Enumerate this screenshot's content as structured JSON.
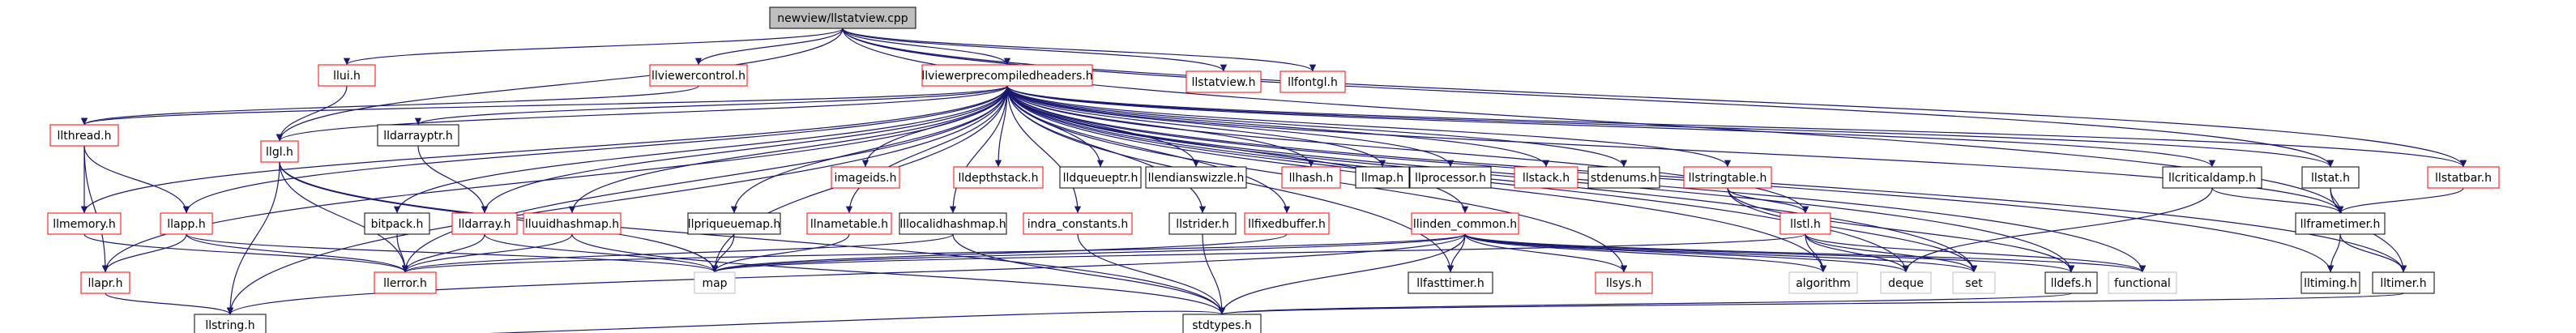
{
  "colors": {
    "edge": "#191970",
    "root_fill": "#bfbfbf",
    "normal_border": "#000000",
    "missing_border": "#ff0000",
    "external_border": "#bfbfbf",
    "node_fill": "#ffffff"
  },
  "nodes": [
    {
      "id": "newview",
      "label": "newview/llstatview.cpp",
      "kind": "root"
    },
    {
      "id": "llui",
      "label": "llui.h",
      "kind": "missing"
    },
    {
      "id": "llviewercontrol",
      "label": "llviewercontrol.h",
      "kind": "missing"
    },
    {
      "id": "llviewerprecompiled",
      "label": "llviewerprecompiledheaders.h",
      "kind": "missing"
    },
    {
      "id": "llstatview_h",
      "label": "llstatview.h",
      "kind": "missing"
    },
    {
      "id": "llfontgl",
      "label": "llfontgl.h",
      "kind": "missing"
    },
    {
      "id": "llthread",
      "label": "llthread.h",
      "kind": "missing"
    },
    {
      "id": "llgl",
      "label": "llgl.h",
      "kind": "missing"
    },
    {
      "id": "lldarrayptr",
      "label": "lldarrayptr.h",
      "kind": "normal"
    },
    {
      "id": "imageids",
      "label": "imageids.h",
      "kind": "missing"
    },
    {
      "id": "lldepthstack",
      "label": "lldepthstack.h",
      "kind": "missing"
    },
    {
      "id": "lldqueueptr",
      "label": "lldqueueptr.h",
      "kind": "normal"
    },
    {
      "id": "llendianswizzle",
      "label": "llendianswizzle.h",
      "kind": "normal"
    },
    {
      "id": "llhash",
      "label": "llhash.h",
      "kind": "missing"
    },
    {
      "id": "llmap",
      "label": "llmap.h",
      "kind": "normal"
    },
    {
      "id": "llprocessor",
      "label": "llprocessor.h",
      "kind": "normal"
    },
    {
      "id": "llstack",
      "label": "llstack.h",
      "kind": "missing"
    },
    {
      "id": "stdenums",
      "label": "stdenums.h",
      "kind": "normal"
    },
    {
      "id": "llstringtable",
      "label": "llstringtable.h",
      "kind": "missing"
    },
    {
      "id": "llcriticaldamp",
      "label": "llcriticaldamp.h",
      "kind": "normal"
    },
    {
      "id": "llstat",
      "label": "llstat.h",
      "kind": "normal"
    },
    {
      "id": "llstatbar",
      "label": "llstatbar.h",
      "kind": "missing"
    },
    {
      "id": "llmemory",
      "label": "llmemory.h",
      "kind": "missing"
    },
    {
      "id": "llapp",
      "label": "llapp.h",
      "kind": "missing"
    },
    {
      "id": "bitpack",
      "label": "bitpack.h",
      "kind": "normal"
    },
    {
      "id": "lldarray",
      "label": "lldarray.h",
      "kind": "missing"
    },
    {
      "id": "lluuidhashmap",
      "label": "lluuidhashmap.h",
      "kind": "missing"
    },
    {
      "id": "llpriqueuemap",
      "label": "llpriqueuemap.h",
      "kind": "normal"
    },
    {
      "id": "llnametable",
      "label": "llnametable.h",
      "kind": "missing"
    },
    {
      "id": "lllocalidhashmap",
      "label": "lllocalidhashmap.h",
      "kind": "normal"
    },
    {
      "id": "indra_constants",
      "label": "indra_constants.h",
      "kind": "missing"
    },
    {
      "id": "llstrider",
      "label": "llstrider.h",
      "kind": "normal"
    },
    {
      "id": "llfixedbuffer",
      "label": "llfixedbuffer.h",
      "kind": "missing"
    },
    {
      "id": "llinden_common",
      "label": "llinden_common.h",
      "kind": "missing"
    },
    {
      "id": "llstl",
      "label": "llstl.h",
      "kind": "missing"
    },
    {
      "id": "llframetimer",
      "label": "llframetimer.h",
      "kind": "normal"
    },
    {
      "id": "llapr",
      "label": "llapr.h",
      "kind": "missing"
    },
    {
      "id": "llerror",
      "label": "llerror.h",
      "kind": "missing"
    },
    {
      "id": "map",
      "label": "map",
      "kind": "external"
    },
    {
      "id": "llfasttimer",
      "label": "llfasttimer.h",
      "kind": "normal"
    },
    {
      "id": "llsys",
      "label": "llsys.h",
      "kind": "missing"
    },
    {
      "id": "algorithm",
      "label": "algorithm",
      "kind": "external"
    },
    {
      "id": "deque",
      "label": "deque",
      "kind": "external"
    },
    {
      "id": "set",
      "label": "set",
      "kind": "external"
    },
    {
      "id": "lldefs",
      "label": "lldefs.h",
      "kind": "normal"
    },
    {
      "id": "functional",
      "label": "functional",
      "kind": "external"
    },
    {
      "id": "lltiming",
      "label": "lltiming.h",
      "kind": "normal"
    },
    {
      "id": "lltimer",
      "label": "lltimer.h",
      "kind": "normal"
    },
    {
      "id": "llstring",
      "label": "llstring.h",
      "kind": "normal"
    },
    {
      "id": "stdtypes",
      "label": "stdtypes.h",
      "kind": "normal"
    }
  ],
  "edges": [
    [
      "newview",
      "llui"
    ],
    [
      "newview",
      "llviewercontrol"
    ],
    [
      "newview",
      "llviewerprecompiled"
    ],
    [
      "newview",
      "llstatview_h"
    ],
    [
      "newview",
      "llfontgl"
    ],
    [
      "newview",
      "llgl"
    ],
    [
      "newview",
      "llstatbar"
    ],
    [
      "newview",
      "llstat"
    ],
    [
      "newview",
      "llframetimer"
    ],
    [
      "llui",
      "llgl"
    ],
    [
      "llviewercontrol",
      "llthread"
    ],
    [
      "llviewerprecompiled",
      "llthread"
    ],
    [
      "llviewerprecompiled",
      "llmemory"
    ],
    [
      "llviewerprecompiled",
      "llapp"
    ],
    [
      "llviewerprecompiled",
      "llgl"
    ],
    [
      "llviewerprecompiled",
      "lldarrayptr"
    ],
    [
      "llviewerprecompiled",
      "bitpack"
    ],
    [
      "llviewerprecompiled",
      "lldarray"
    ],
    [
      "llviewerprecompiled",
      "lluuidhashmap"
    ],
    [
      "llviewerprecompiled",
      "imageids"
    ],
    [
      "llviewerprecompiled",
      "lldepthstack"
    ],
    [
      "llviewerprecompiled",
      "lldqueueptr"
    ],
    [
      "llviewerprecompiled",
      "llendianswizzle"
    ],
    [
      "llviewerprecompiled",
      "llhash"
    ],
    [
      "llviewerprecompiled",
      "llmap"
    ],
    [
      "llviewerprecompiled",
      "llprocessor"
    ],
    [
      "llviewerprecompiled",
      "llstack"
    ],
    [
      "llviewerprecompiled",
      "stdenums"
    ],
    [
      "llviewerprecompiled",
      "llstringtable"
    ],
    [
      "llviewerprecompiled",
      "llcriticaldamp"
    ],
    [
      "llviewerprecompiled",
      "llstat"
    ],
    [
      "llviewerprecompiled",
      "llstatbar"
    ],
    [
      "llviewerprecompiled",
      "llpriqueuemap"
    ],
    [
      "llviewerprecompiled",
      "llnametable"
    ],
    [
      "llviewerprecompiled",
      "lllocalidhashmap"
    ],
    [
      "llviewerprecompiled",
      "indra_constants"
    ],
    [
      "llviewerprecompiled",
      "llstrider"
    ],
    [
      "llviewerprecompiled",
      "llfixedbuffer"
    ],
    [
      "llviewerprecompiled",
      "llinden_common"
    ],
    [
      "llviewerprecompiled",
      "llstl"
    ],
    [
      "llviewerprecompiled",
      "llframetimer"
    ],
    [
      "llviewerprecompiled",
      "llapr"
    ],
    [
      "llviewerprecompiled",
      "llerror"
    ],
    [
      "llviewerprecompiled",
      "map"
    ],
    [
      "llviewerprecompiled",
      "llfasttimer"
    ],
    [
      "llviewerprecompiled",
      "llsys"
    ],
    [
      "llviewerprecompiled",
      "algorithm"
    ],
    [
      "llviewerprecompiled",
      "deque"
    ],
    [
      "llviewerprecompiled",
      "set"
    ],
    [
      "llviewerprecompiled",
      "lldefs"
    ],
    [
      "llviewerprecompiled",
      "functional"
    ],
    [
      "llviewerprecompiled",
      "lltiming"
    ],
    [
      "llviewerprecompiled",
      "lltimer"
    ],
    [
      "llviewerprecompiled",
      "llstring"
    ],
    [
      "llthread",
      "llmemory"
    ],
    [
      "llthread",
      "llapp"
    ],
    [
      "llthread",
      "llapr"
    ],
    [
      "llmemory",
      "llerror"
    ],
    [
      "llapp",
      "llapr"
    ],
    [
      "llapp",
      "llerror"
    ],
    [
      "llapp",
      "map"
    ],
    [
      "llgl",
      "llerror"
    ],
    [
      "llgl",
      "map"
    ],
    [
      "llgl",
      "llstring"
    ],
    [
      "llgl",
      "stdtypes"
    ],
    [
      "lldarrayptr",
      "lldarray"
    ],
    [
      "bitpack",
      "llerror"
    ],
    [
      "lldarray",
      "llerror"
    ],
    [
      "lldarray",
      "map"
    ],
    [
      "lluuidhashmap",
      "llerror"
    ],
    [
      "lluuidhashmap",
      "stdtypes"
    ],
    [
      "llpriqueuemap",
      "map"
    ],
    [
      "llnametable",
      "map"
    ],
    [
      "lllocalidhashmap",
      "llerror"
    ],
    [
      "lllocalidhashmap",
      "stdtypes"
    ],
    [
      "indra_constants",
      "stdtypes"
    ],
    [
      "llstrider",
      "stdtypes"
    ],
    [
      "llfixedbuffer",
      "map"
    ],
    [
      "llinden_common",
      "llerror"
    ],
    [
      "llinden_common",
      "map"
    ],
    [
      "llinden_common",
      "llfasttimer"
    ],
    [
      "llinden_common",
      "llsys"
    ],
    [
      "llinden_common",
      "algorithm"
    ],
    [
      "llinden_common",
      "deque"
    ],
    [
      "llinden_common",
      "set"
    ],
    [
      "llinden_common",
      "lldefs"
    ],
    [
      "llinden_common",
      "functional"
    ],
    [
      "llinden_common",
      "stdtypes"
    ],
    [
      "llinden_common",
      "llstring"
    ],
    [
      "llstringtable",
      "llstl"
    ],
    [
      "llstringtable",
      "lldefs"
    ],
    [
      "llstringtable",
      "set"
    ],
    [
      "llstl",
      "map"
    ],
    [
      "llstl",
      "algorithm"
    ],
    [
      "llstl",
      "deque"
    ],
    [
      "llstl",
      "set"
    ],
    [
      "llstl",
      "functional"
    ],
    [
      "llcriticaldamp",
      "llframetimer"
    ],
    [
      "llcriticaldamp",
      "deque"
    ],
    [
      "llstat",
      "llframetimer"
    ],
    [
      "llstat",
      "lltimer"
    ],
    [
      "llstatbar",
      "llframetimer"
    ],
    [
      "llframetimer",
      "lltiming"
    ],
    [
      "llframetimer",
      "lltimer"
    ],
    [
      "lltimer",
      "stdtypes"
    ],
    [
      "lldefs",
      "stdtypes"
    ],
    [
      "llapr",
      "llstring"
    ],
    [
      "llstring",
      "stdtypes"
    ]
  ]
}
